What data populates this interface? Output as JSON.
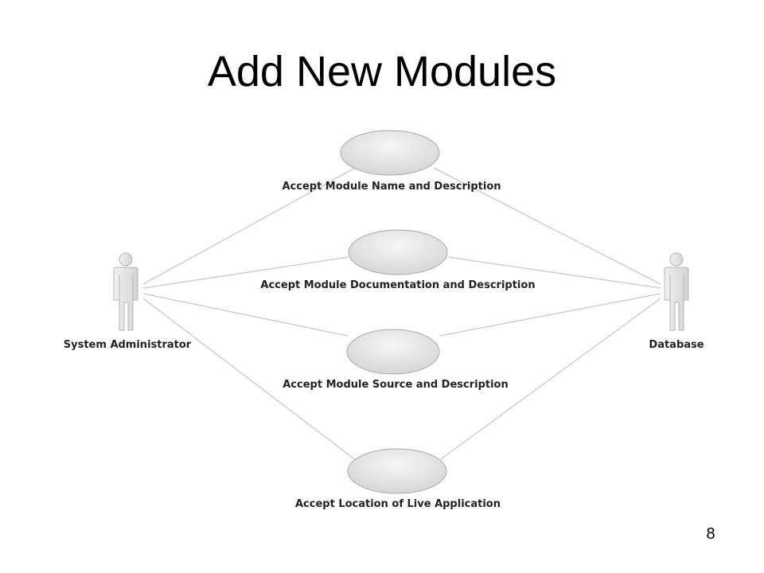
{
  "slide": {
    "title": "Add New Modules",
    "page_number": "8"
  },
  "diagram": {
    "actors": [
      {
        "id": "sysadmin",
        "name": "System Administrator"
      },
      {
        "id": "database",
        "name": "Database"
      }
    ],
    "use_cases": [
      {
        "id": "uc1",
        "name": "Accept Module Name and Description"
      },
      {
        "id": "uc2",
        "name": "Accept Module Documentation and Description"
      },
      {
        "id": "uc3",
        "name": "Accept Module Source and Description"
      },
      {
        "id": "uc4",
        "name": "Accept Location of Live Application"
      }
    ],
    "associations": [
      [
        "sysadmin",
        "uc1"
      ],
      [
        "sysadmin",
        "uc2"
      ],
      [
        "sysadmin",
        "uc3"
      ],
      [
        "sysadmin",
        "uc4"
      ],
      [
        "database",
        "uc1"
      ],
      [
        "database",
        "uc2"
      ],
      [
        "database",
        "uc3"
      ],
      [
        "database",
        "uc4"
      ]
    ],
    "colors": {
      "ellipse_fill_light": "#f4f4f4",
      "ellipse_fill_dark": "#d8d8d8",
      "ellipse_stroke": "#a8a8a8",
      "line": "#c8c8c8",
      "actor_fill": "#e2e2e2",
      "actor_stroke": "#b4b4b4"
    }
  }
}
